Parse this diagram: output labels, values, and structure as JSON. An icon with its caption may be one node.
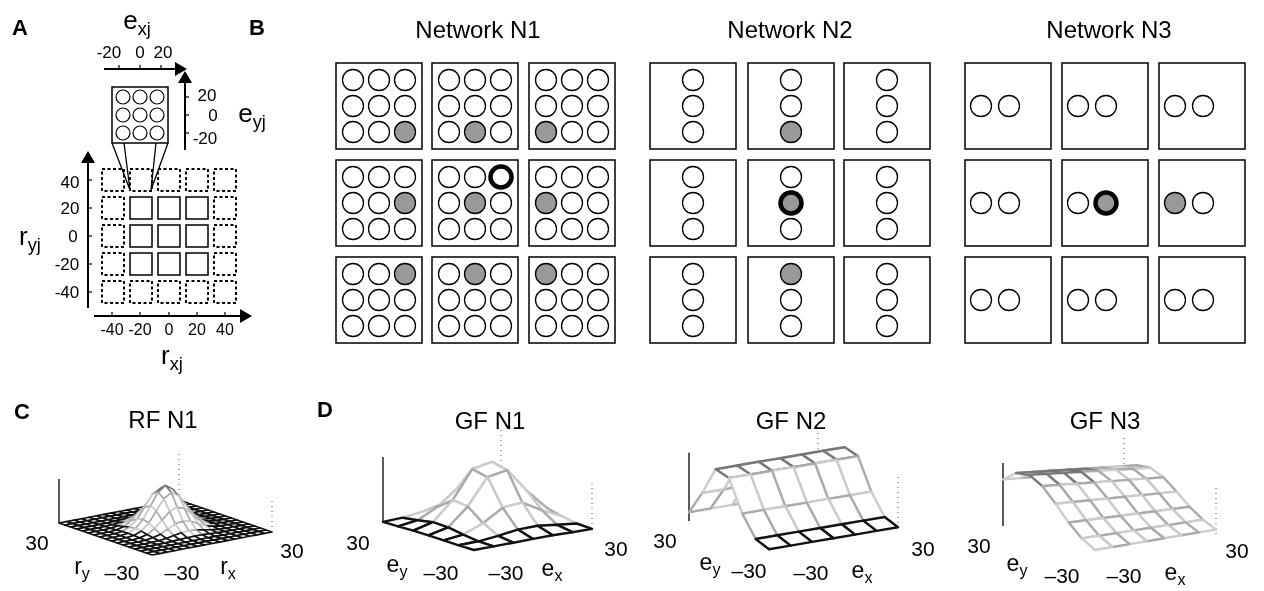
{
  "diagram": {
    "labels": [
      "A",
      "e$_{xj}$",
      "-20",
      "0",
      "20",
      "20",
      "0",
      "e$_{yj}$",
      "-20",
      "40",
      "20",
      "r$_{yj}$",
      "0",
      "-20",
      "-40",
      "-40",
      "-20",
      "0",
      "20",
      "40",
      "r$_{xj}$",
      "B",
      "Network N1",
      "Network N2",
      "Network N3",
      "C",
      "RF N1",
      "30",
      "r$_{y}$",
      "–30",
      "–30",
      "r$_{x}$",
      "30",
      "D",
      "GF N1",
      "30",
      "e$_{y}$",
      "–30",
      "–30",
      "e$_{x}$",
      "30",
      "GF N2",
      "30",
      "e$_{y}$",
      "–30",
      "–30",
      "e$_{x}$",
      "30",
      "GF N3",
      "30",
      "e$_{y}$",
      "–30",
      "–30",
      "e$_{x}$",
      "30"
    ]
  }
}
